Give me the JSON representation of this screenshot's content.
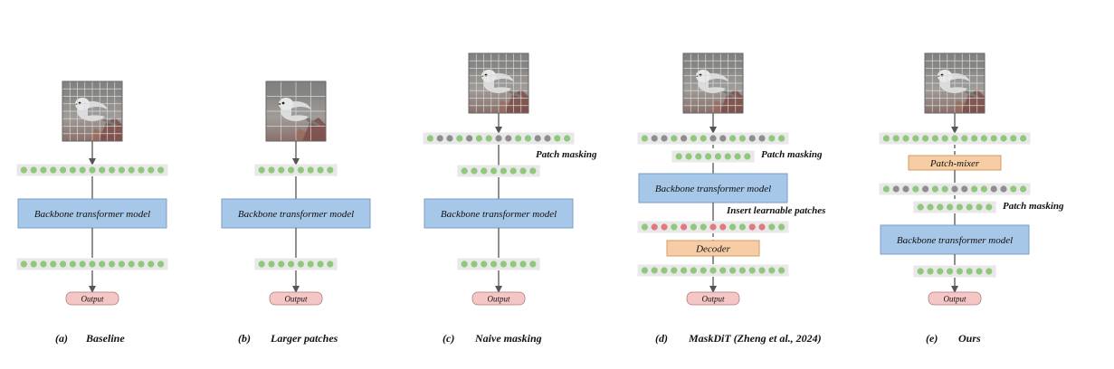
{
  "colors": {
    "token_green": "#8fc87a",
    "token_gray": "#8e8e8e",
    "token_red": "#e07a80",
    "token_strip_bg": "#e8e8e8",
    "backbone_fill": "#a6c7e8",
    "backbone_stroke": "#7a9cc0",
    "decoder_fill": "#f7cda6",
    "decoder_stroke": "#d49a64",
    "output_fill": "#f5c6c6",
    "output_stroke": "#b07a7a",
    "arrow": "#555555"
  },
  "image_icon": "bird-image-with-patch-grid",
  "panels": [
    {
      "id": "a",
      "letter": "(a)",
      "title": "Baseline",
      "backbone_label": "Backbone transformer model",
      "output_label": "Output"
    },
    {
      "id": "b",
      "letter": "(b)",
      "title": "Larger patches",
      "backbone_label": "Backbone transformer model",
      "output_label": "Output"
    },
    {
      "id": "c",
      "letter": "(c)",
      "title": "Naive masking",
      "backbone_label": "Backbone transformer model",
      "masking_label": "Patch masking",
      "output_label": "Output"
    },
    {
      "id": "d",
      "letter": "(d)",
      "title": "MaskDiT (Zheng et al., 2024)",
      "backbone_label": "Backbone transformer model",
      "masking_label": "Patch masking",
      "insert_label": "Insert learnable patches",
      "decoder_label": "Decoder",
      "output_label": "Output"
    },
    {
      "id": "e",
      "letter": "(e)",
      "title": "Ours",
      "mixer_label": "Patch-mixer",
      "masking_label": "Patch masking",
      "backbone_label": "Backbone transformer model",
      "output_label": "Output"
    }
  ]
}
